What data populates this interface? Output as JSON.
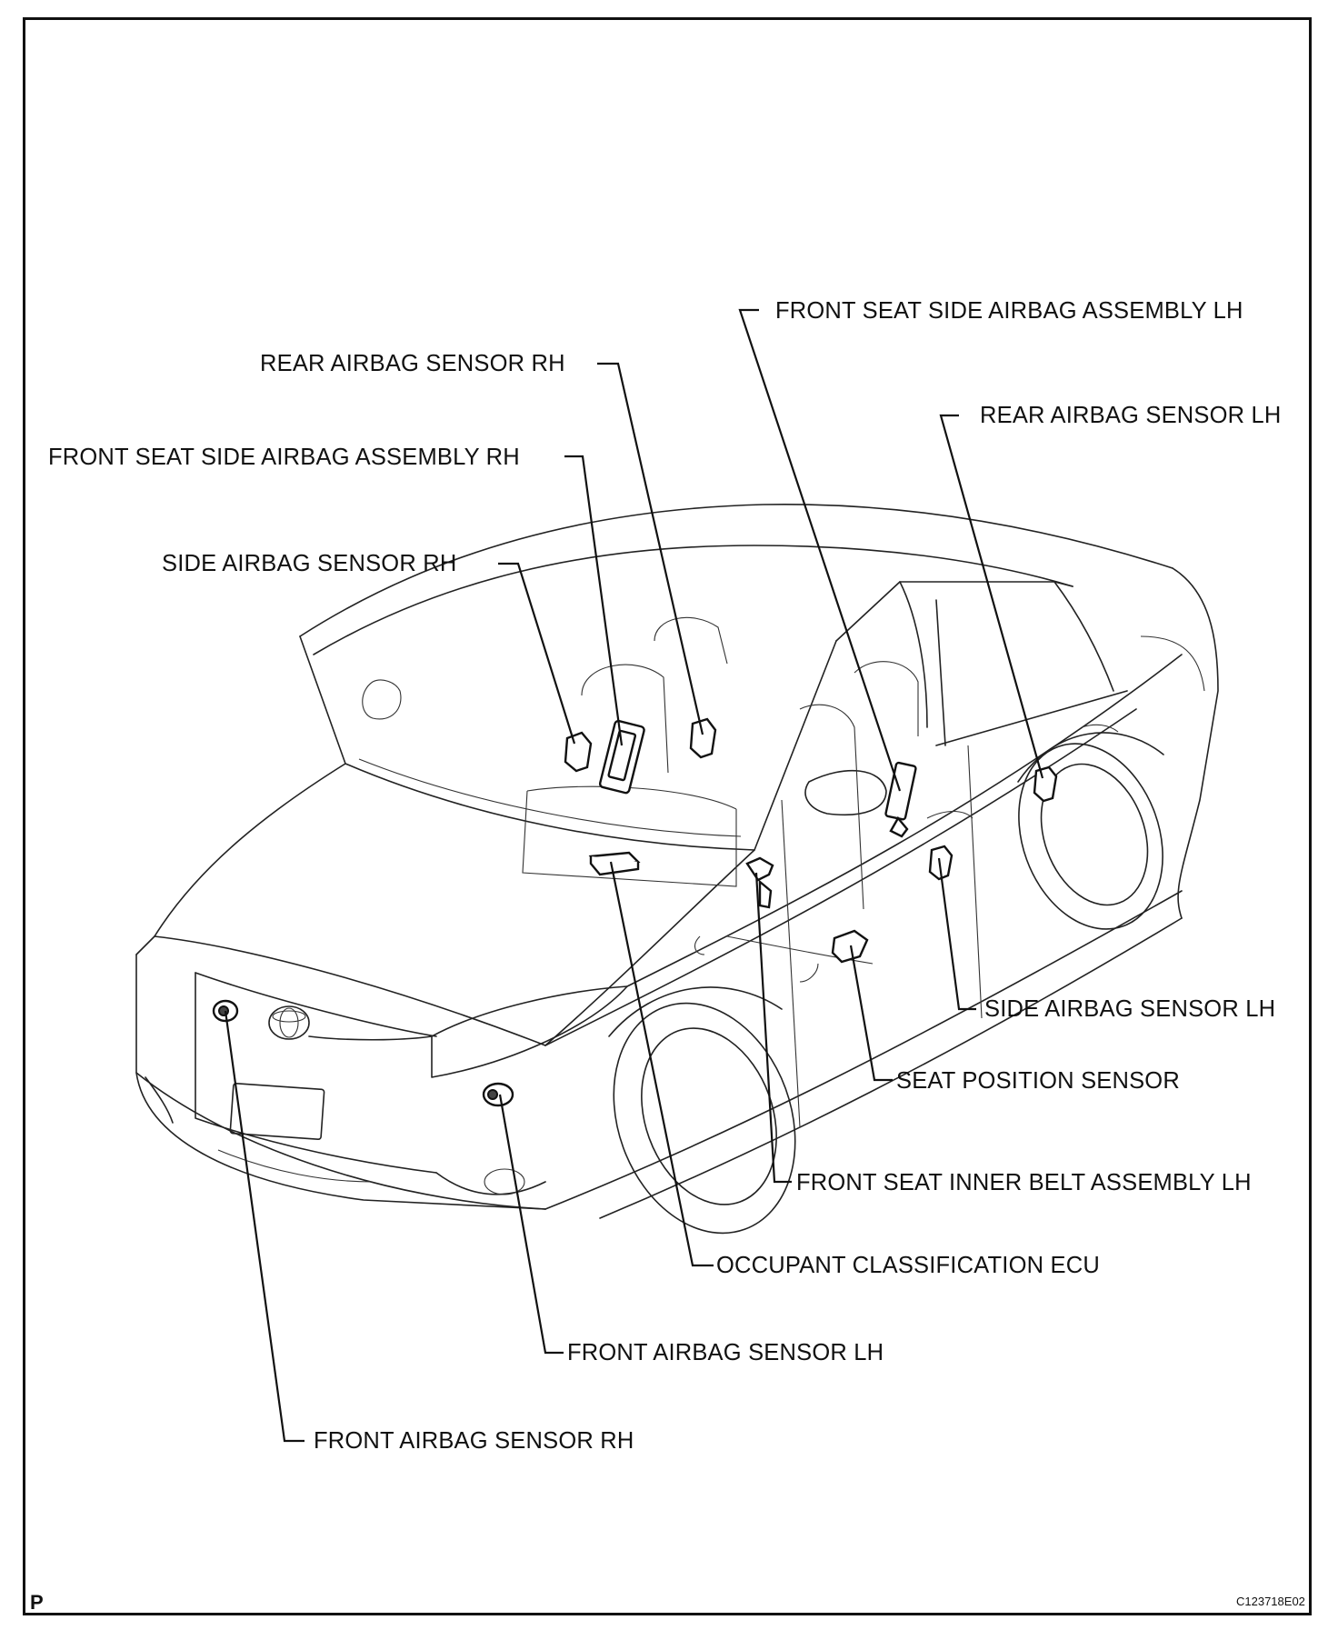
{
  "labels": {
    "front_seat_side_airbag_lh": "FRONT SEAT SIDE AIRBAG ASSEMBLY LH",
    "rear_airbag_sensor_rh": "REAR AIRBAG SENSOR RH",
    "rear_airbag_sensor_lh": "REAR AIRBAG SENSOR LH",
    "front_seat_side_airbag_rh": "FRONT SEAT SIDE AIRBAG ASSEMBLY RH",
    "side_airbag_sensor_rh": "SIDE AIRBAG SENSOR  RH",
    "side_airbag_sensor_lh": "SIDE AIRBAG SENSOR LH",
    "seat_position_sensor": "SEAT POSITION SENSOR",
    "front_seat_inner_belt_lh": "FRONT SEAT INNER BELT ASSEMBLY LH",
    "occupant_classification_ecu": "OCCUPANT CLASSIFICATION ECU",
    "front_airbag_sensor_lh": "FRONT AIRBAG SENSOR LH",
    "front_airbag_sensor_rh": "FRONT AIRBAG SENSOR  RH"
  },
  "corner_mark": "P",
  "figure_code": "C123718E02"
}
